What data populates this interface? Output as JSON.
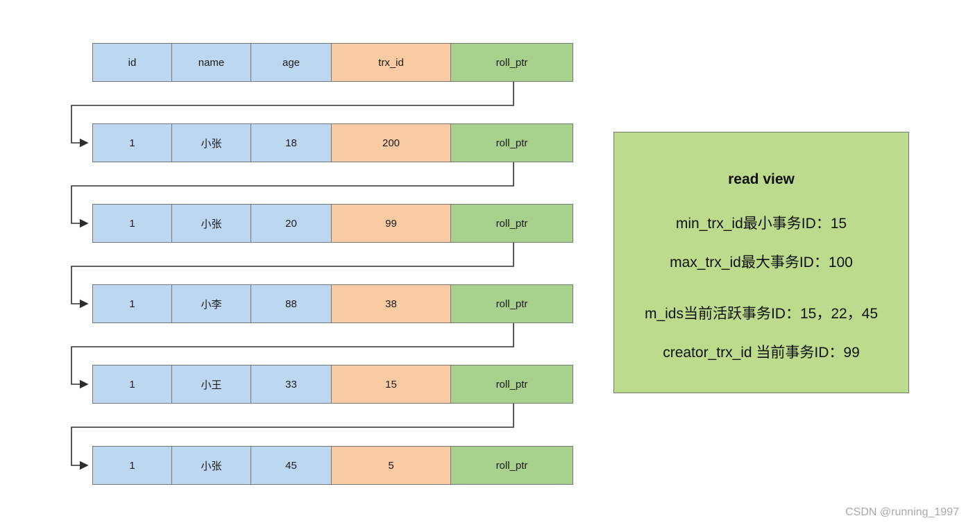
{
  "diagram": {
    "header": {
      "cells": [
        "id",
        "name",
        "age",
        "trx_id",
        "roll_ptr"
      ]
    },
    "rows": [
      {
        "cells": [
          "1",
          "小张",
          "18",
          "200",
          "roll_ptr"
        ]
      },
      {
        "cells": [
          "1",
          "小张",
          "20",
          "99",
          "roll_ptr"
        ]
      },
      {
        "cells": [
          "1",
          "小李",
          "88",
          "38",
          "roll_ptr"
        ]
      },
      {
        "cells": [
          "1",
          "小王",
          "33",
          "15",
          "roll_ptr"
        ]
      },
      {
        "cells": [
          "1",
          "小张",
          "45",
          "5",
          "roll_ptr"
        ]
      }
    ]
  },
  "read_view": {
    "title": "read view",
    "lines": [
      "min_trx_id最小事务ID：15",
      "max_trx_id最大事务ID：100",
      "m_ids当前活跃事务ID：15，22，45",
      "creator_trx_id 当前事务ID：99"
    ]
  },
  "watermark": "CSDN @running_1997",
  "colors": {
    "cell_blue": "#BDD7F1",
    "cell_orange": "#F8CBA2",
    "cell_green": "#A9D18E",
    "read_view_green": "#BCDB8C",
    "connector": "#2d2d2d"
  }
}
